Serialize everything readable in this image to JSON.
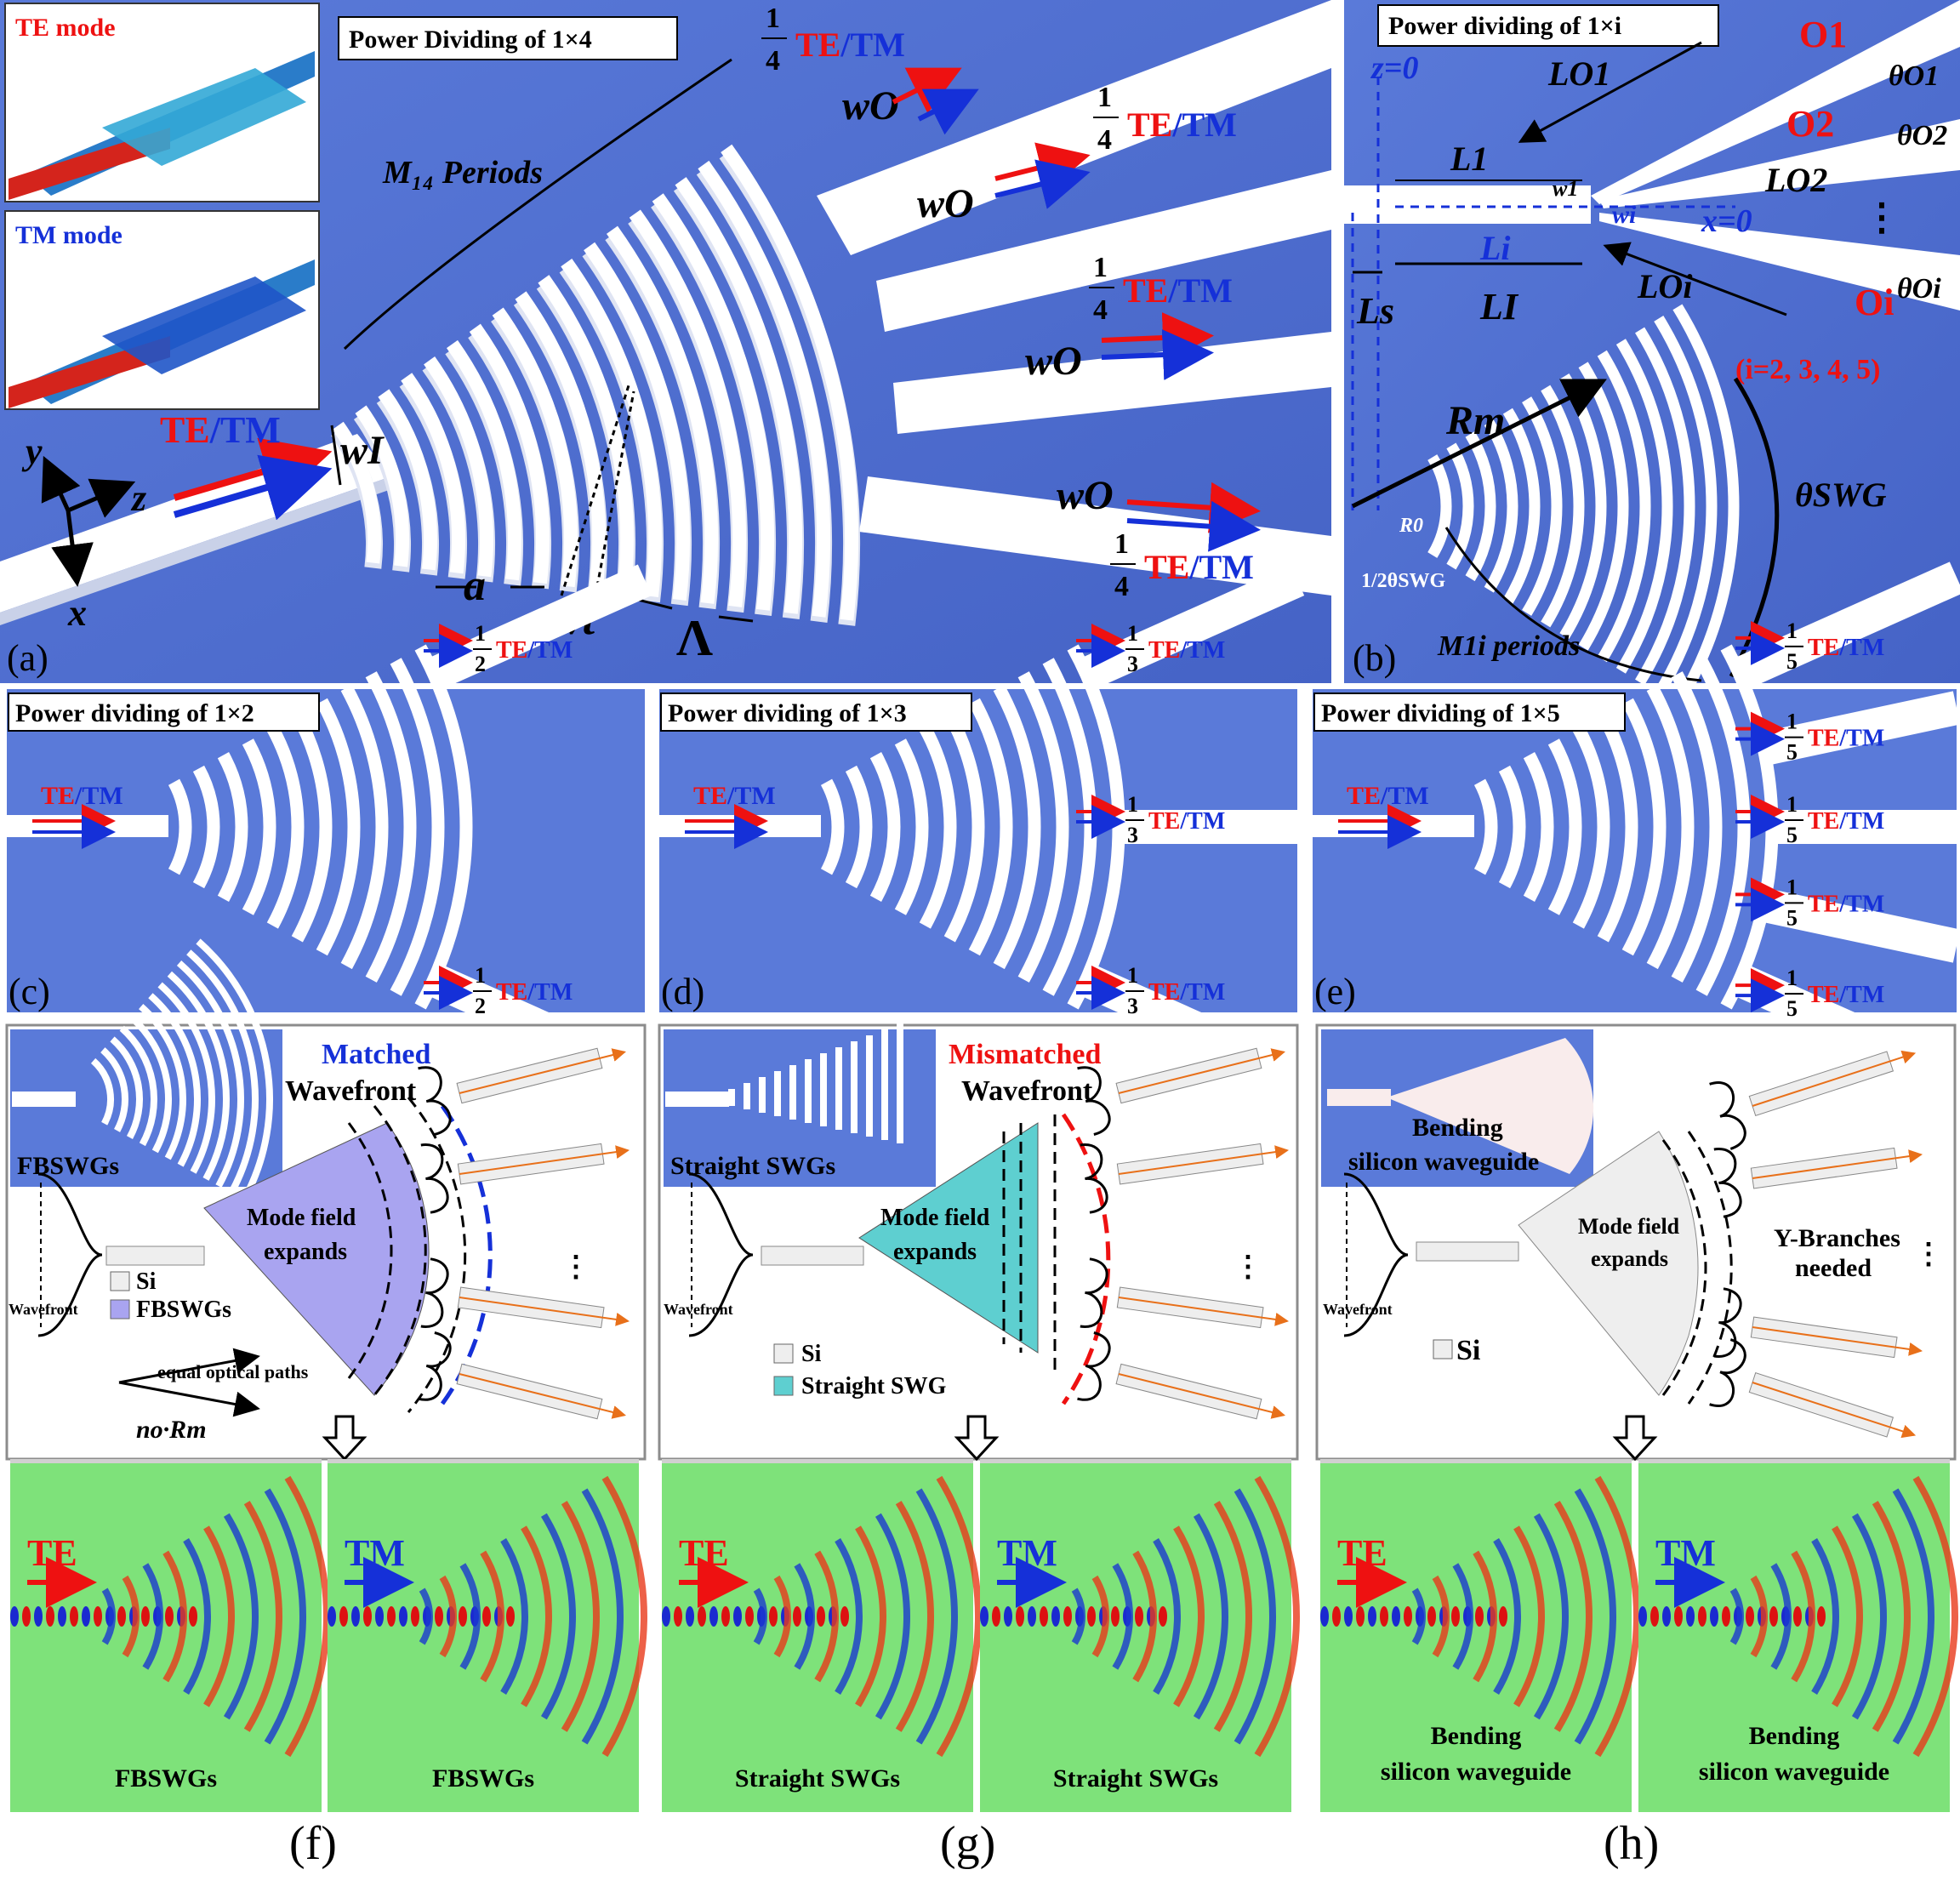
{
  "colors": {
    "substrate": "#4f6fd1",
    "substrate_dark": "#3552b0",
    "waveguide": "#ffffff",
    "te_red": "#ee1111",
    "tm_blue": "#1530d8",
    "sim_green": "#7ee27a",
    "fbswg_purple": "#a9a4f0",
    "straight_teal": "#5ecfd0",
    "arrow_orange": "#e8701a",
    "panel_border": "#8c8c8c"
  },
  "icons": [
    "down-arrow-icon",
    "te-arrow-icon",
    "tm-arrow-icon"
  ],
  "panel_a": {
    "label": "(a)",
    "title": "Power Dividing of 1×4",
    "inset_te": "TE mode",
    "inset_tm": "TM mode",
    "input_te": "TE",
    "input_tm": "TM",
    "slash": "/",
    "periods": "M₁₄ Periods",
    "wI": "wI",
    "wO": "wO",
    "wt": "wt",
    "a": "a",
    "Lambda": "Λ",
    "axis_y": "y",
    "axis_z": "z",
    "axis_x": "x",
    "frac_num": "1",
    "frac_den": "4"
  },
  "panel_b": {
    "label": "(b)",
    "title": "Power dividing of 1×i",
    "z0": "z=0",
    "x0": "x=0",
    "O1": "O1",
    "O2": "O2",
    "Oi": "Oi",
    "LO1": "LO1",
    "LO2": "LO2",
    "LOi": "LOi",
    "L1": "L1",
    "Li": "Li",
    "LI": "LI",
    "Ls": "Ls",
    "w1": "w1",
    "wi": "wi",
    "theta_O1": "θO1",
    "theta_O2": "θO2",
    "theta_Oi": "θOi",
    "dots": "⋮",
    "i_values": "(i=2, 3, 4, 5)",
    "Rm": "Rm",
    "R0": "R0",
    "half_theta": "1/2θSWG",
    "theta_swg": "θSWG",
    "periods": "M1i  periods"
  },
  "panel_c": {
    "label": "(c)",
    "title": "Power dividing of 1×2",
    "frac_den": "2"
  },
  "panel_d": {
    "label": "(d)",
    "title": "Power dividing of 1×3",
    "frac_den": "3"
  },
  "panel_e": {
    "label": "(e)",
    "title": "Power dividing of 1×5",
    "frac_den": "5"
  },
  "panel_f": {
    "label": "(f)",
    "status": "Matched",
    "wavefront": "Wavefront",
    "inset_label": "FBSWGs",
    "mode_field": "Mode field",
    "expands": "expands",
    "legend_si": "Si",
    "legend_fbswg": "FBSWGs",
    "wavefront_small": "Wavefront",
    "equal_paths": "equal optical paths",
    "no_rm": "no·Rm",
    "sim_left_caption": "FBSWGs",
    "sim_right_caption": "FBSWGs"
  },
  "panel_g": {
    "label": "(g)",
    "status": "Mismatched",
    "wavefront": "Wavefront",
    "inset_label": "Straight SWGs",
    "mode_field": "Mode field",
    "expands": "expands",
    "legend_si": "Si",
    "legend_swg": "Straight SWG",
    "wavefront_small": "Wavefront",
    "sim_left_caption": "Straight SWGs",
    "sim_right_caption": "Straight SWGs"
  },
  "panel_h": {
    "label": "(h)",
    "inset_line1": "Bending",
    "inset_line2": "silicon waveguide",
    "mode_field": "Mode field",
    "expands": "expands",
    "ybranch1": "Y-Branches",
    "ybranch2": "needed",
    "legend_si": "Si",
    "wavefront_small": "Wavefront",
    "sim_caption1": "Bending",
    "sim_caption2": "silicon waveguide"
  },
  "sim_labels": {
    "te": "TE",
    "tm": "TM"
  }
}
